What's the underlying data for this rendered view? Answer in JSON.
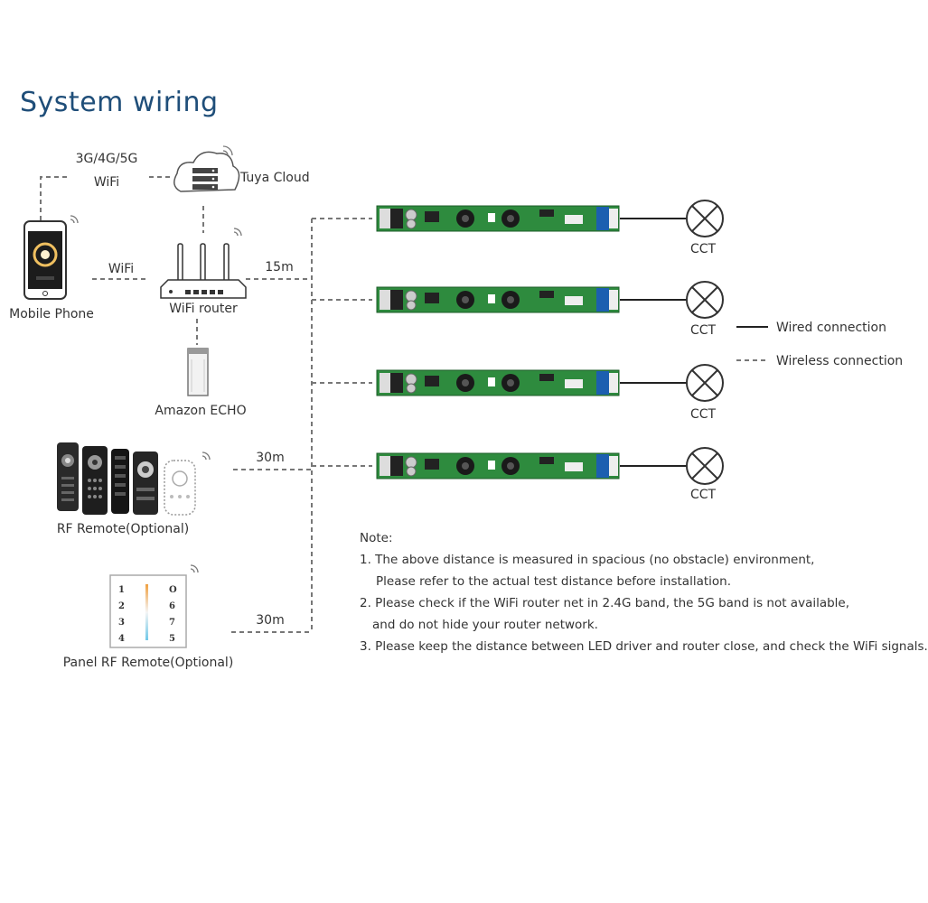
{
  "title": "System wiring",
  "labels": {
    "cloud_network": "3G/4G/5G",
    "cloud_wifi": "WiFi",
    "tuya_cloud": "Tuya Cloud",
    "phone_wifi": "WiFi",
    "mobile_phone": "Mobile Phone",
    "wifi_router": "WiFi router",
    "distance_router": "15m",
    "amazon_echo": "Amazon ECHO",
    "distance_rf": "30m",
    "rf_remote": "RF Remote(Optional)",
    "distance_panel": "30m",
    "panel_remote": "Panel RF Remote(Optional)"
  },
  "panel_keys": [
    "1",
    "2",
    "3",
    "4",
    "O",
    "6",
    "7",
    "5"
  ],
  "drivers": [
    {
      "load": "CCT"
    },
    {
      "load": "CCT"
    },
    {
      "load": "CCT"
    },
    {
      "load": "CCT"
    }
  ],
  "legend": {
    "wired": "Wired connection",
    "wireless": "Wireless connection"
  },
  "note": {
    "heading": "Note:",
    "lines": [
      "1. The above distance is measured in spacious (no obstacle) environment,",
      "Please refer to the actual test distance before installation.",
      "2. Please check if the WiFi router net in 2.4G band, the 5G band is not available,",
      "and do not hide your router network.",
      "3. Please keep the distance between LED driver and router close, and check the WiFi signals."
    ]
  },
  "colors": {
    "title": "#1f4e79",
    "pcb": "#2e8b3e",
    "dashed_line": "#777777",
    "wired_line": "#222222"
  }
}
